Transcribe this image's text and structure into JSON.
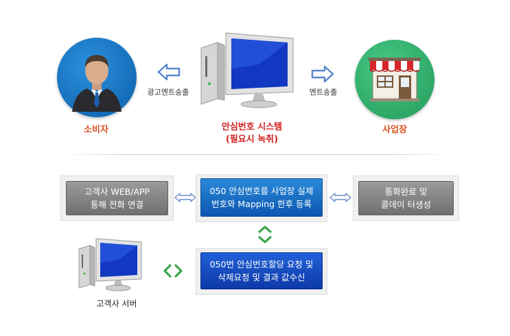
{
  "top": {
    "consumer_label": "소비자",
    "system_label_line1": "안심번호 시스템",
    "system_label_line2": "(필요시 녹취)",
    "store_label": "사업장",
    "left_arrow_caption": "광고멘트송출",
    "right_arrow_caption": "멘트송출"
  },
  "bottom": {
    "left_box_line1": "고객사 WEB/APP",
    "left_box_line2": "통해 전화 연결",
    "center_box_line1": "050 안심번호를 사업장 실제",
    "center_box_line2": "번호와 Mapping 한후 등록",
    "right_box_line1": "통화완료 및",
    "right_box_line2": "콜데이 터생성",
    "lower_box_line1": "050번 안심번호할당 요청 및",
    "lower_box_line2": "삭제요청 및 결과 값수신",
    "server_label": "고객사 서버"
  },
  "colors": {
    "consumer_circle": "#1676c6",
    "store_circle": "#35b26f",
    "consumer_text": "#d9531e",
    "system_text": "#d11f1f",
    "store_text": "#d9531e",
    "arrow_blue": "#5a86c8",
    "arrow_green": "#3aa64a"
  },
  "icons": [
    "businessman-icon",
    "computer-icon",
    "store-icon",
    "server-computer-icon",
    "double-arrow-icon",
    "chevron-updown-icon",
    "chevron-leftright-icon"
  ]
}
